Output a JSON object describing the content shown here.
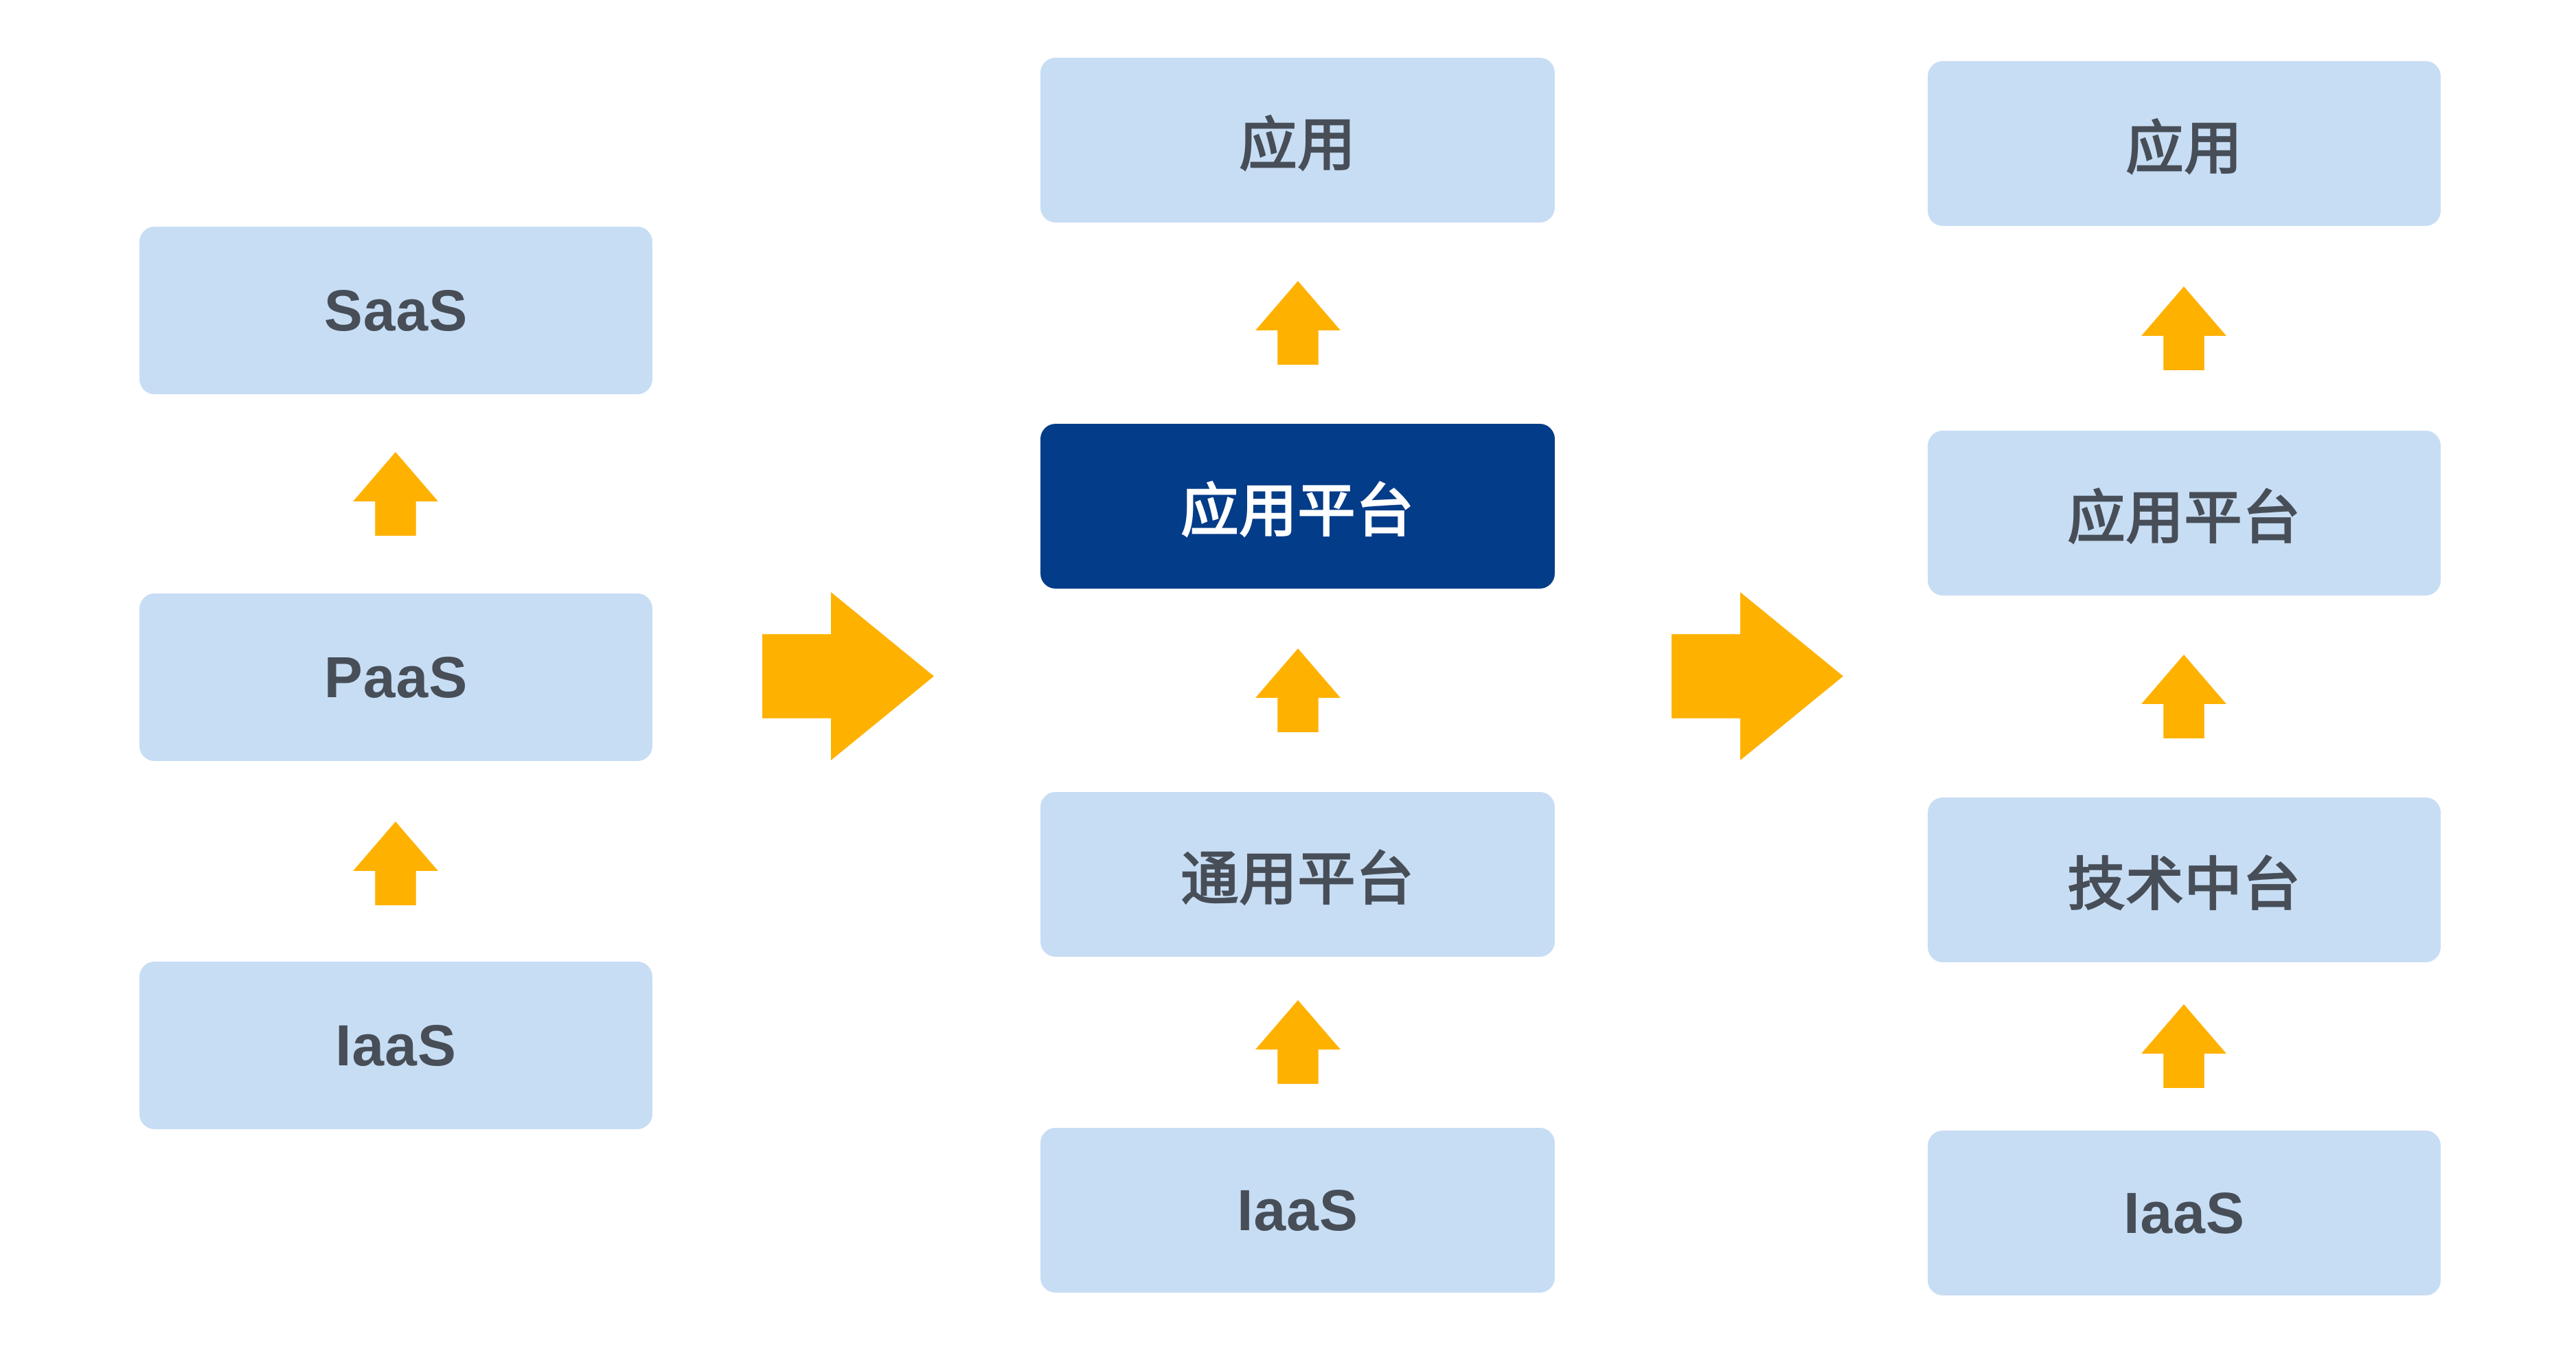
{
  "colors": {
    "background": "#FFFFFF",
    "box_light_fill": "#C7DDF4",
    "box_dark_fill": "#033C88",
    "box_text_dark": "#474E57",
    "box_text_light": "#FFFFFF",
    "arrow_orange": "#FFB100"
  },
  "icons": {
    "up_arrow": "block-arrow-up",
    "right_arrow": "block-arrow-right"
  },
  "diagram": {
    "columns": [
      {
        "boxes": [
          {
            "label": "SaaS",
            "variant": "light"
          },
          {
            "label": "PaaS",
            "variant": "light"
          },
          {
            "label": "IaaS",
            "variant": "light"
          }
        ]
      },
      {
        "boxes": [
          {
            "label": "应用",
            "variant": "light"
          },
          {
            "label": "应用平台",
            "variant": "dark"
          },
          {
            "label": "通用平台",
            "variant": "light"
          },
          {
            "label": "IaaS",
            "variant": "light"
          }
        ]
      },
      {
        "boxes": [
          {
            "label": "应用",
            "variant": "light"
          },
          {
            "label": "应用平台",
            "variant": "light"
          },
          {
            "label": "技术中台",
            "variant": "light"
          },
          {
            "label": "IaaS",
            "variant": "light"
          }
        ]
      }
    ]
  }
}
